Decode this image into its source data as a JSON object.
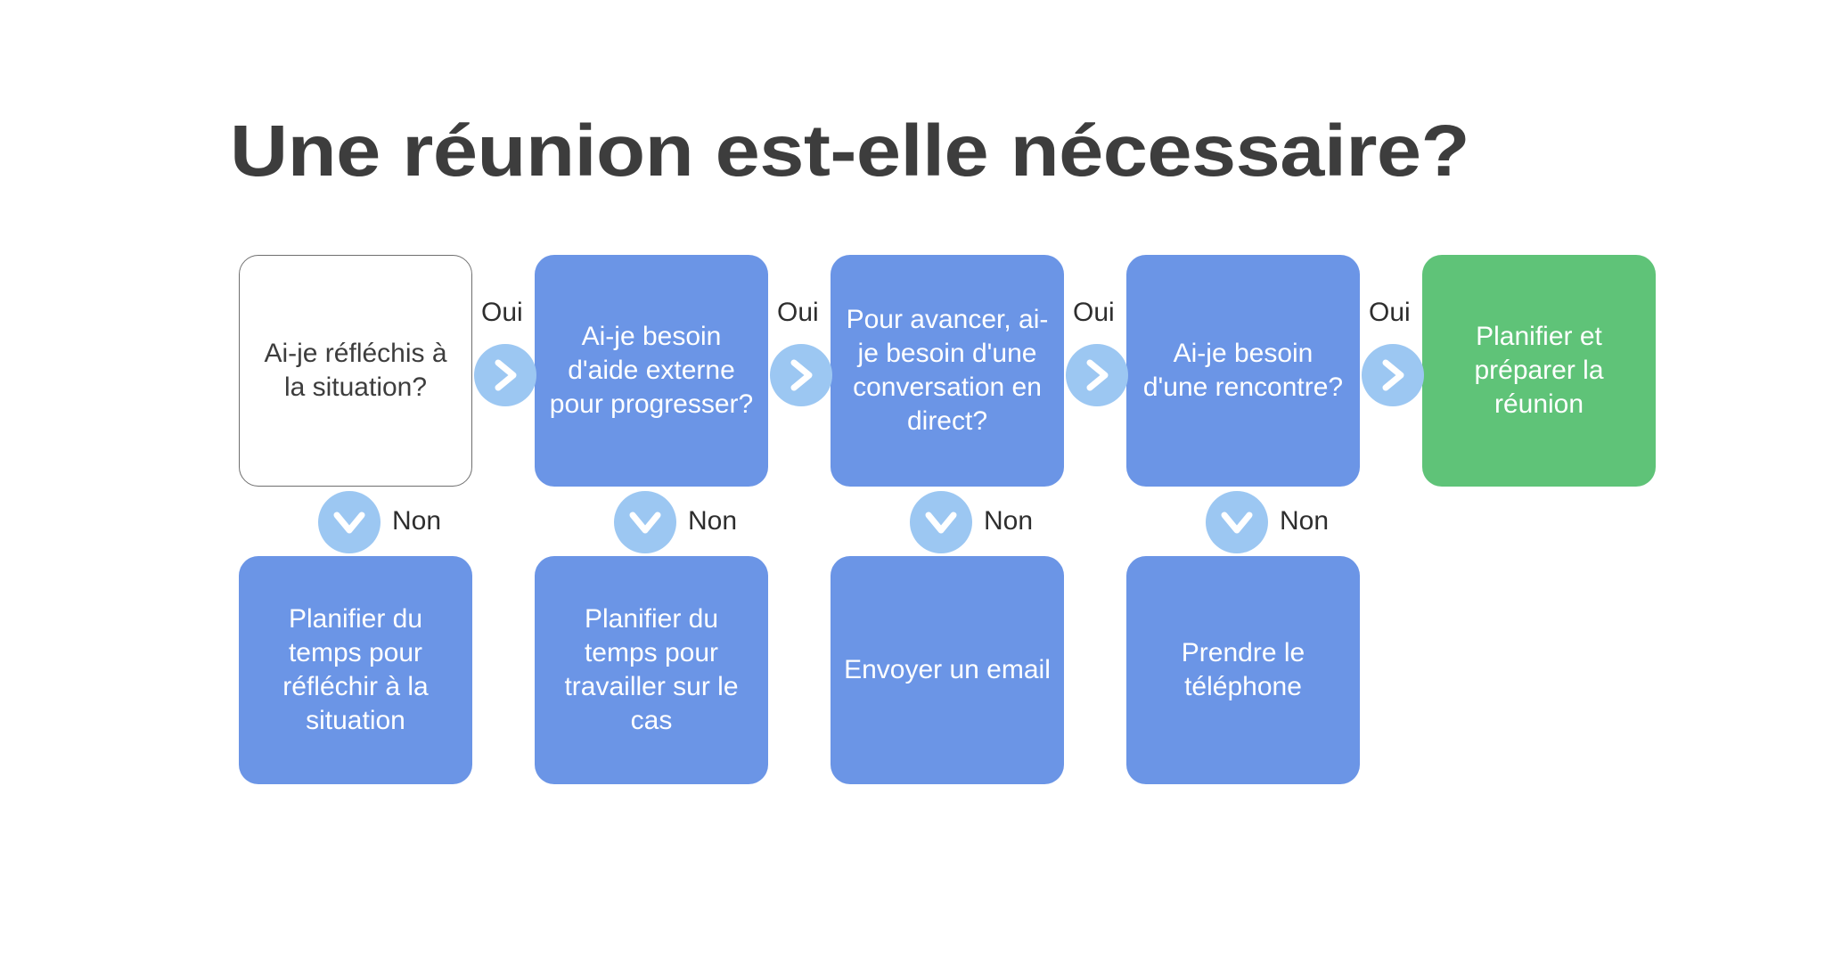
{
  "page": {
    "title": "Une réunion est-elle nécessaire?",
    "background_color": "#ffffff",
    "title_color": "#3d3d3d"
  },
  "colors": {
    "decision_blue": "#6b95e6",
    "outcome_green": "#5fc378",
    "start_white": "#ffffff",
    "start_border": "#6f6f6f",
    "connector_blue": "#9cc7f2",
    "node_text": "#ffffff",
    "label_text": "#2e2e2e"
  },
  "chart_data": {
    "type": "diagram",
    "diagram_type": "decision-flowchart",
    "title": "Une réunion est-elle nécessaire?",
    "nodes": [
      {
        "id": "q1",
        "label": "Ai-je réfléchis à la situation?",
        "style": "white",
        "row": "top",
        "column": 1
      },
      {
        "id": "q2",
        "label": "Ai-je besoin d'aide externe pour progresser?",
        "style": "blue",
        "row": "top",
        "column": 2
      },
      {
        "id": "q3",
        "label": "Pour avancer, ai-je besoin d'une conversation en direct?",
        "style": "blue",
        "row": "top",
        "column": 3
      },
      {
        "id": "q4",
        "label": "Ai-je besoin d'une rencontre?",
        "style": "blue",
        "row": "top",
        "column": 4
      },
      {
        "id": "end",
        "label": "Planifier et préparer la réunion",
        "style": "green",
        "row": "top",
        "column": 5
      },
      {
        "id": "a1",
        "label": "Planifier du temps pour réfléchir à la situation",
        "style": "blue",
        "row": "bottom",
        "column": 1
      },
      {
        "id": "a2",
        "label": "Planifier du temps pour travailler sur le cas",
        "style": "blue",
        "row": "bottom",
        "column": 2
      },
      {
        "id": "a3",
        "label": "Envoyer un email",
        "style": "blue",
        "row": "bottom",
        "column": 3
      },
      {
        "id": "a4",
        "label": "Prendre le téléphone",
        "style": "blue",
        "row": "bottom",
        "column": 4
      }
    ],
    "edges": [
      {
        "from": "q1",
        "to": "q2",
        "label": "Oui",
        "direction": "right"
      },
      {
        "from": "q2",
        "to": "q3",
        "label": "Oui",
        "direction": "right"
      },
      {
        "from": "q3",
        "to": "q4",
        "label": "Oui",
        "direction": "right"
      },
      {
        "from": "q4",
        "to": "end",
        "label": "Oui",
        "direction": "right"
      },
      {
        "from": "q1",
        "to": "a1",
        "label": "Non",
        "direction": "down"
      },
      {
        "from": "q2",
        "to": "a2",
        "label": "Non",
        "direction": "down"
      },
      {
        "from": "q3",
        "to": "a3",
        "label": "Non",
        "direction": "down"
      },
      {
        "from": "q4",
        "to": "a4",
        "label": "Non",
        "direction": "down"
      }
    ]
  },
  "nodes": {
    "q1": "Ai-je réfléchis à la situation?",
    "q2": "Ai-je besoin d'aide externe pour progresser?",
    "q3": "Pour avancer, ai-je besoin d'une conversation en direct?",
    "q4": "Ai-je besoin d'une rencontre?",
    "end": "Planifier et préparer la réunion",
    "a1": "Planifier du temps pour réfléchir à la situation",
    "a2": "Planifier du temps pour travailler sur le cas",
    "a3": "Envoyer un email",
    "a4": "Prendre le téléphone"
  },
  "labels": {
    "yes": "Oui",
    "no": "Non"
  },
  "icons": {
    "yes_connector": "chevron-right-icon",
    "no_connector": "chevron-down-icon"
  }
}
